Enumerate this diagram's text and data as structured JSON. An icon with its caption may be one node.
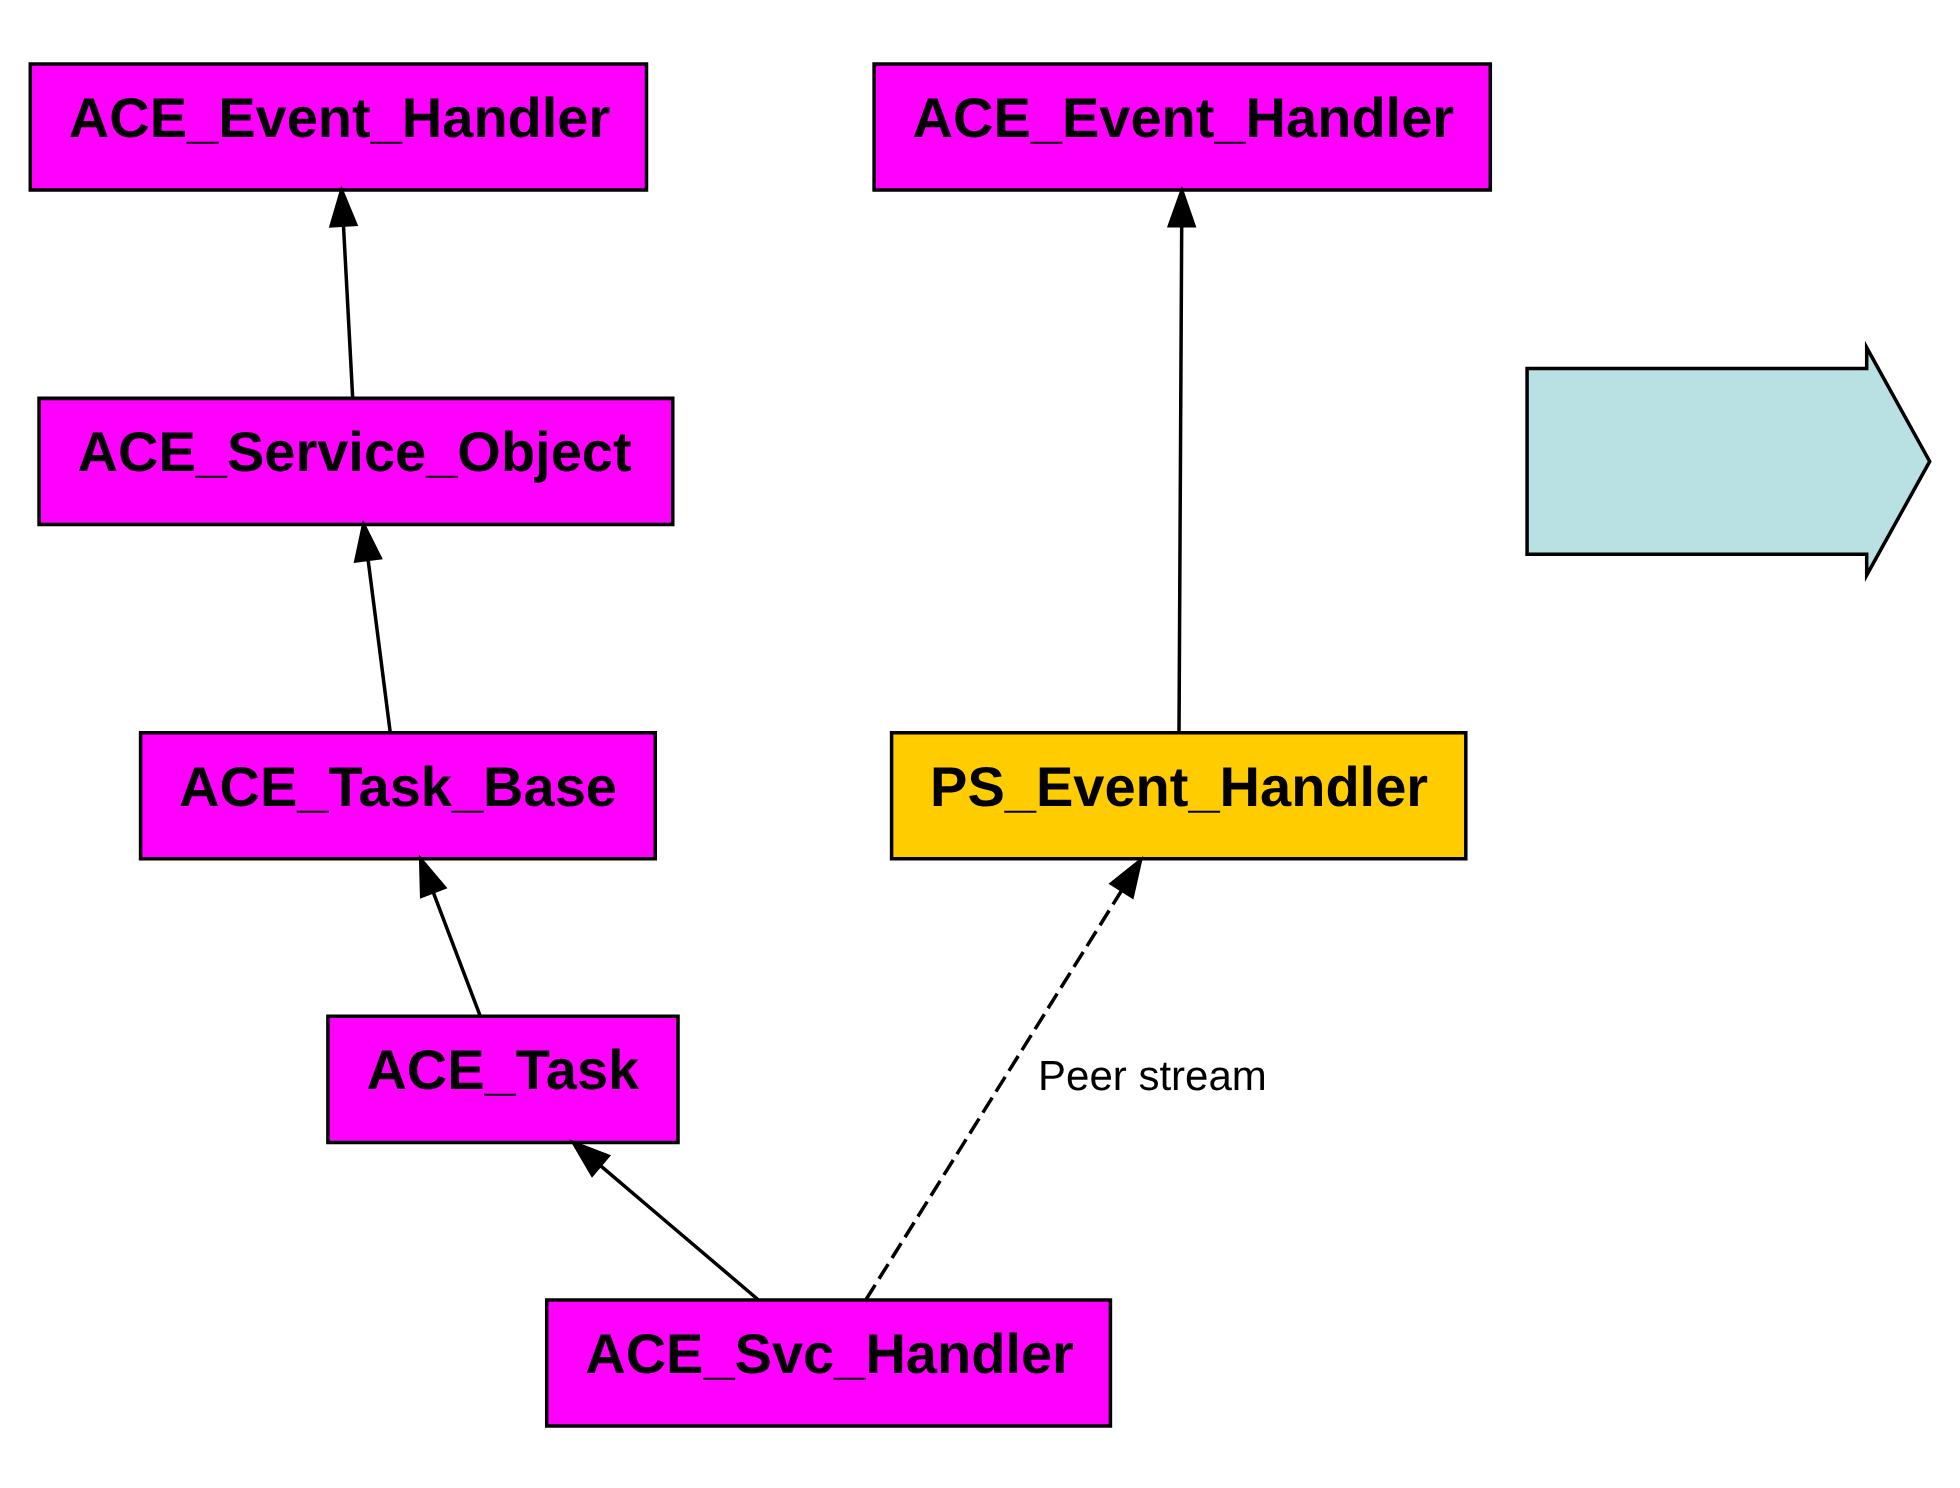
{
  "diagram": {
    "nodes": [
      {
        "text": [
          "ACE_Event_Handler"
        ]
      },
      {
        "text": [
          "ACE_Service_Object"
        ]
      },
      {
        "text": [
          "ACE_Task_Base"
        ]
      },
      {
        "text": [
          "ACE_Task"
        ]
      },
      {
        "text": [
          "ACE_Svc_Handler"
        ]
      },
      {
        "text": [
          "ACE_Event_Handler"
        ]
      },
      {
        "text": [],
        "shape": "arrow"
      },
      {
        "text": [
          "PS_Event_Handler"
        ]
      }
    ],
    "edges": [
      {
        "from": 1,
        "to": 0,
        "arrow": "to"
      },
      {
        "from": 2,
        "to": 1,
        "arrow": "to"
      },
      {
        "from": 3,
        "to": 2,
        "arrow": "to"
      },
      {
        "from": 4,
        "to": 3,
        "arrow": "to"
      },
      {
        "from": 7,
        "to": 5,
        "arrow": "to"
      },
      {
        "from": 4,
        "to": 7,
        "arrow": "to",
        "style": "dashed",
        "label": "Peer stream"
      }
    ]
  }
}
